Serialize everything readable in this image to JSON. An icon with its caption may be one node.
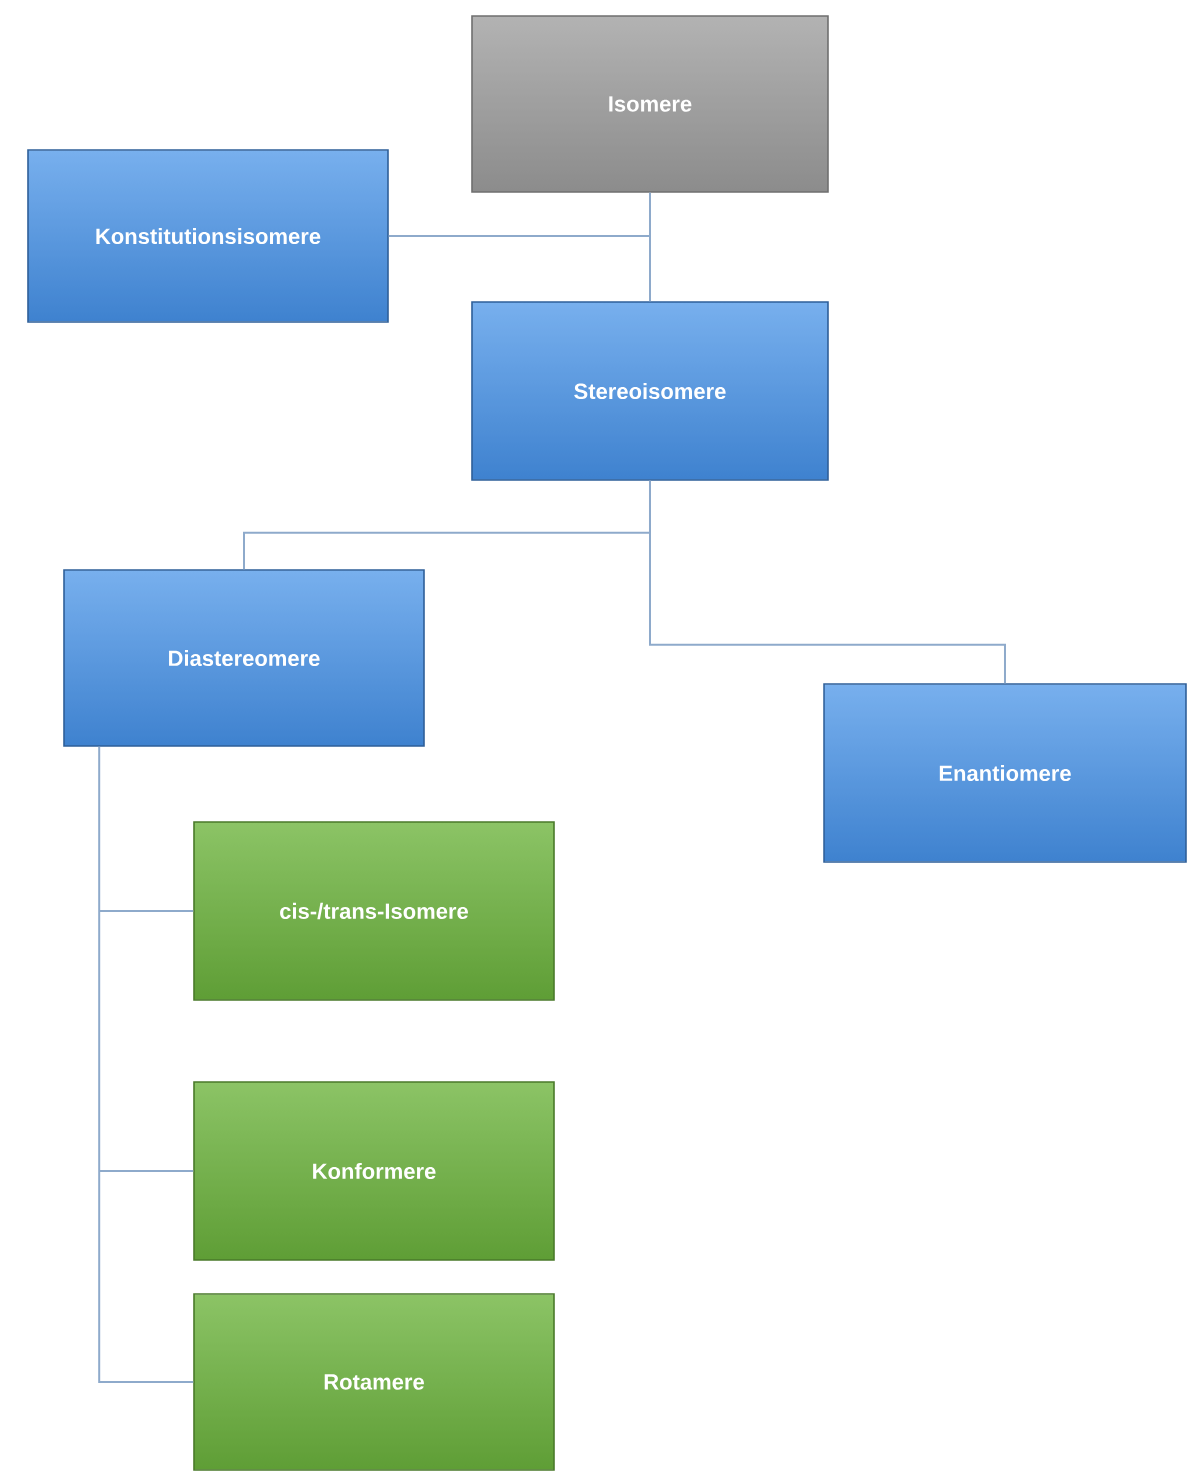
{
  "diagram": {
    "nodes": [
      {
        "text": [
          "Isomere"
        ]
      },
      {
        "text": [
          "Konstitutionsisomere"
        ]
      },
      {
        "text": [
          "Stereoisomere"
        ]
      },
      {
        "text": [
          "Diastereomere"
        ]
      },
      {
        "text": [
          "Enantiomere"
        ]
      },
      {
        "text": [
          "cis-/trans-Isomere"
        ]
      },
      {
        "text": [
          "Konformere"
        ]
      },
      {
        "text": [
          "Rotamere"
        ]
      }
    ],
    "edges": [
      {
        "from": 0,
        "to": 1,
        "arrow": "none"
      },
      {
        "from": 0,
        "to": 2,
        "arrow": "none"
      },
      {
        "from": 2,
        "to": 3,
        "arrow": "none"
      },
      {
        "from": 2,
        "to": 4,
        "arrow": "none"
      },
      {
        "from": 3,
        "to": 5,
        "arrow": "none"
      },
      {
        "from": 3,
        "to": 6,
        "arrow": "none"
      },
      {
        "from": 3,
        "to": 7,
        "arrow": "none"
      }
    ]
  }
}
